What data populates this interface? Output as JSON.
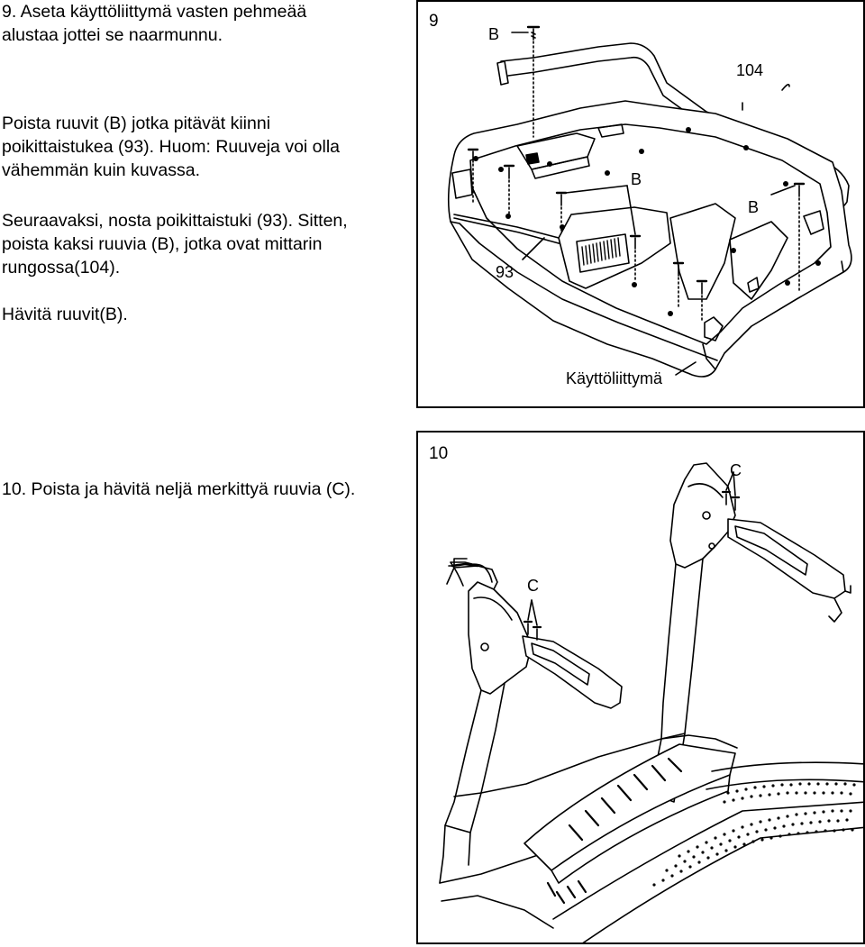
{
  "step9": {
    "heading": "9. Aseta käyttöliittymä vasten pehmeää",
    "heading_line2": "alustaa jottei se naarmunnu.",
    "para1_line1": "Poista ruuvit (B) jotka pitävät kiinni",
    "para1_line2": "poikittaistukea (93). Huom: Ruuveja voi olla",
    "para1_line3": "vähemmän kuin kuvassa.",
    "para2_line1": "Seuraavaksi, nosta poikittaistuki (93). Sitten,",
    "para2_line2": "poista kaksi ruuvia (B), jotka ovat mittarin",
    "para2_line3": "rungossa(104).",
    "para3": "Hävitä ruuvit(B).",
    "figure": {
      "number": "9",
      "labels": {
        "b_top": "B",
        "part_104": "104",
        "b_middle": "B",
        "b_right": "B",
        "part_93": "93",
        "interface": "Käyttöliittymä"
      }
    }
  },
  "step10": {
    "text": "10. Poista ja hävitä neljä merkittyä ruuvia (C).",
    "figure": {
      "number": "10",
      "labels": {
        "c_right": "C",
        "c_left": "C"
      }
    }
  }
}
